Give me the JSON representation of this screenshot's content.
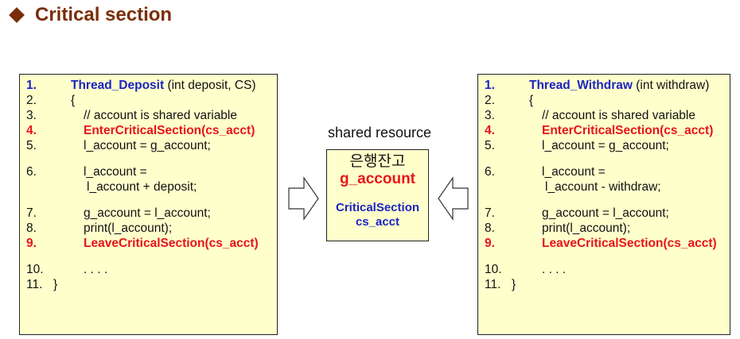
{
  "title": "Critical section",
  "left_box": {
    "lines": [
      {
        "num": "1.",
        "fn": "Thread_Deposit",
        "text": " (int deposit, CS)",
        "style": "head",
        "indent": "ind1"
      },
      {
        "num": "2.",
        "text": "{",
        "style": "",
        "indent": "ind1"
      },
      {
        "num": "3.",
        "text": "// account is shared variable",
        "style": "",
        "indent": "ind2"
      },
      {
        "num": "4.",
        "text": "EnterCriticalSection(cs_acct)",
        "style": "red",
        "indent": "ind2"
      },
      {
        "num": "5.",
        "text": "l_account = g_account;",
        "style": "",
        "indent": "ind2"
      },
      {
        "num": "6.",
        "text": "l_account =",
        "style": "",
        "indent": "ind2",
        "gap": true
      },
      {
        "num": "",
        "text": "l_account + deposit;",
        "style": "",
        "indent": "ind3"
      },
      {
        "num": "7.",
        "text": "g_account = l_account;",
        "style": "",
        "indent": "ind2",
        "gap": true
      },
      {
        "num": "8.",
        "text": "print(l_account);",
        "style": "",
        "indent": "ind2"
      },
      {
        "num": "9.",
        "text": "LeaveCriticalSection(cs_acct)",
        "style": "red",
        "indent": "ind2"
      },
      {
        "num": "10.",
        "text": ". . . .",
        "style": "",
        "indent": "ind2",
        "gap": true
      },
      {
        "num": "11.",
        "text": "}",
        "style": "",
        "indent": ""
      }
    ]
  },
  "right_box": {
    "lines": [
      {
        "num": "1.",
        "fn": "Thread_Withdraw",
        "text": " (int withdraw)",
        "style": "head",
        "indent": "ind1"
      },
      {
        "num": "2.",
        "text": "{",
        "style": "",
        "indent": "ind1"
      },
      {
        "num": "3.",
        "text": "// account is shared variable",
        "style": "",
        "indent": "ind2"
      },
      {
        "num": "4.",
        "text": "EnterCriticalSection(cs_acct)",
        "style": "red",
        "indent": "ind2"
      },
      {
        "num": "5.",
        "text": "l_account = g_account;",
        "style": "",
        "indent": "ind2"
      },
      {
        "num": "6.",
        "text": "l_account =",
        "style": "",
        "indent": "ind2",
        "gap": true
      },
      {
        "num": "",
        "text": "l_account - withdraw;",
        "style": "",
        "indent": "ind3"
      },
      {
        "num": "7.",
        "text": "g_account = l_account;",
        "style": "",
        "indent": "ind2",
        "gap": true
      },
      {
        "num": "8.",
        "text": "print(l_account);",
        "style": "",
        "indent": "ind2"
      },
      {
        "num": "9.",
        "text": "LeaveCriticalSection(cs_acct)",
        "style": "red",
        "indent": "ind2"
      },
      {
        "num": "10.",
        "text": ". . . .",
        "style": "",
        "indent": "ind2",
        "gap": true
      },
      {
        "num": "11.",
        "text": "}",
        "style": "",
        "indent": ""
      }
    ]
  },
  "shared": {
    "label": "shared resource",
    "korean": "은행잔고",
    "variable": "g_account",
    "cs_title": "CriticalSection",
    "cs_name": "cs_acct"
  }
}
